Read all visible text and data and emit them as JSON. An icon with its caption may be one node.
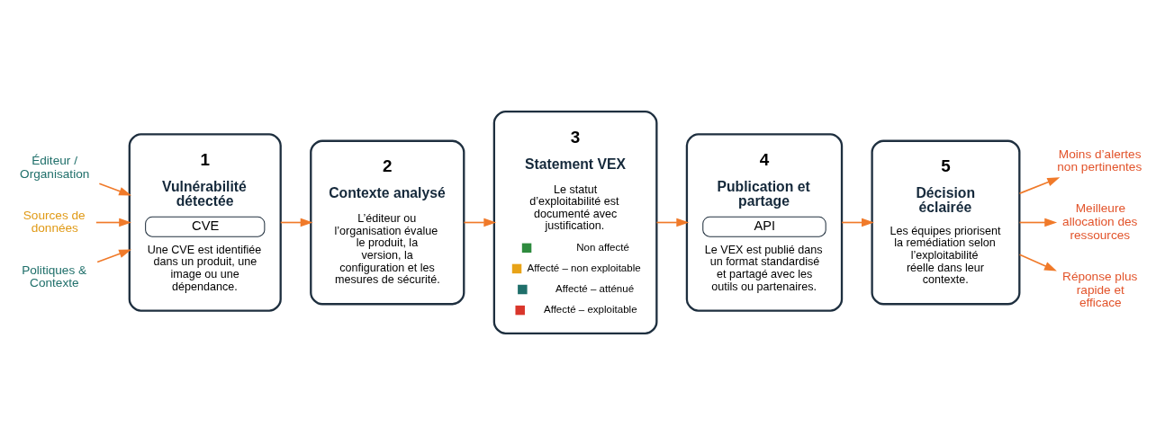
{
  "diagram": {
    "nodes": [
      {
        "text": [
          "Éditeur / Organisation"
        ]
      },
      {
        "text": [
          "Sources de données"
        ]
      },
      {
        "text": [
          "Politiques & Contexte"
        ]
      },
      {
        "text": [
          "1",
          "Vulnérabilité détectée",
          "CVE",
          "Une CVE est identifiée dans un produit, une image ou une dépendance."
        ]
      },
      {
        "text": [
          "2",
          "Contexte analysé",
          "L’éditeur ou l’organisation évalue le produit, la version, la configuration et les mesures de sécurité."
        ]
      },
      {
        "text": [
          "3",
          "Statement VEX",
          "Le statut d’exploitabilité est documenté avec justification.",
          "Non affecté",
          "Affecté – non exploitable",
          "Affecté – atténué",
          "Affecté – exploitable"
        ]
      },
      {
        "text": [
          "4",
          "Publication et partage",
          "API",
          "Le VEX est publié dans un format standardisé et partagé avec les outils ou partenaires."
        ]
      },
      {
        "text": [
          "5",
          "Décision éclairée",
          "Les équipes priorisent la remédiation selon l’exploitabilité réelle dans leur contexte."
        ]
      },
      {
        "text": [
          "Moins d’alertes non pertinentes"
        ]
      },
      {
        "text": [
          "Meilleure allocation des ressources"
        ]
      },
      {
        "text": [
          "Réponse plus rapide et efficace"
        ]
      }
    ],
    "edges": [
      {
        "from": 0,
        "to": 3,
        "arrow": "to"
      },
      {
        "from": 1,
        "to": 3,
        "arrow": "to"
      },
      {
        "from": 2,
        "to": 3,
        "arrow": "to"
      },
      {
        "from": 3,
        "to": 4,
        "arrow": "to"
      },
      {
        "from": 4,
        "to": 5,
        "arrow": "to"
      },
      {
        "from": 5,
        "to": 6,
        "arrow": "to"
      },
      {
        "from": 6,
        "to": 7,
        "arrow": "to"
      },
      {
        "from": 7,
        "to": 8,
        "arrow": "to"
      },
      {
        "from": 7,
        "to": 9,
        "arrow": "to"
      },
      {
        "from": 7,
        "to": 10,
        "arrow": "to"
      }
    ]
  }
}
